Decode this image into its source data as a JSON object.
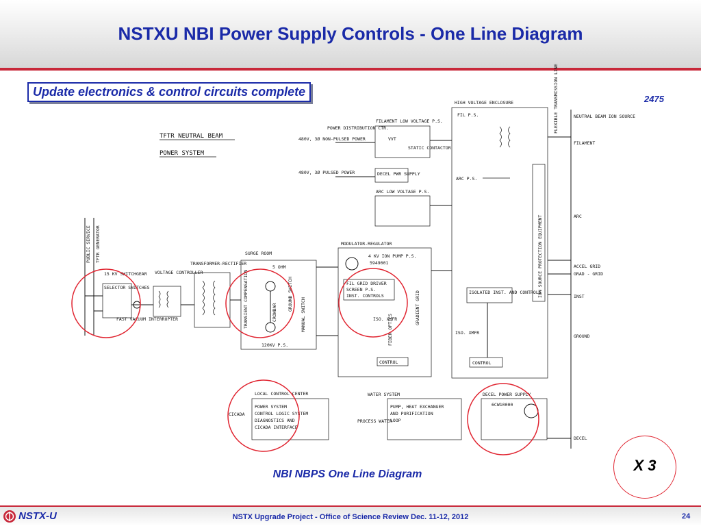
{
  "header": {
    "title": "NSTXU NBI Power Supply Controls - One Line Diagram"
  },
  "subtitle": "Update electronics & control circuits complete",
  "diagram_id": "2475",
  "diagram": {
    "title_line1": "TFTR NEUTRAL BEAM",
    "title_line2": "POWER SYSTEM",
    "public_service": "PUBLIC SERVICE",
    "tftr_generator": "TFTR GENERATOR",
    "switchgear": "15 KV SWITCHGEAR",
    "selector_switches": "SELECTOR SWITCHES",
    "fast_vacuum_interrupter": "FAST VACUUM INTERRUPTER",
    "voltage_controller": "VOLTAGE CONTROLLER",
    "transformer_rectifier": "TRANSFORMER-RECTIFIER",
    "surge_room": "SURGE ROOM",
    "ohm": "5 OHM",
    "transient_compensation": "TRANSIENT COMPENSATION",
    "crowbar": "CROWBAR",
    "ground_switch": "GROUND SWITCH",
    "manual_switch": "MANUAL SWITCH",
    "p_s_120kv": "120KV P.S.",
    "power_distribution": "POWER DISTRIBUTION CTR.",
    "v480_non_pulsed": "480V, 3Ø NON-PULSED POWER",
    "v480_pulsed": "480V, 3Ø PULSED POWER",
    "filament_lv_ps": "FILAMENT LOW VOLTAGE P.S.",
    "vvt": "VVT",
    "static_contactor": "STATIC CONTACTOR",
    "decel_pwr_supply": "DECEL PWR SUPPLY",
    "arc_lv_ps": "ARC LOW VOLTAGE P.S.",
    "high_voltage_enclosure": "HIGH VOLTAGE ENCLOSURE",
    "fil_ps": "FIL P.S.",
    "arc_ps": "ARC P.S.",
    "flexible_transmission_line": "FLEXIBLE TRANSMISSION LINE",
    "ion_source_protection_equipment": "ION SOURCE PROTECTION EQUIPMENT",
    "modulator_regulator": "MODULATOR-REGULATOR",
    "ion_pump_ps": "4 KV ION PUMP P.S.",
    "tube_type": "5949001",
    "fil_grid_driver": "FIL GRID DRIVER",
    "screen_ps": "SCREEN P.S.",
    "inst_controls": "INST. CONTROLS",
    "iso_xmfr": "ISO. XMFR",
    "fiber_optics": "FIBER OPTICS",
    "gradient_grid": "GRADIENT GRID",
    "control": "CONTROL",
    "isolated_inst_controls": "ISOLATED INST. AND CONTROLS",
    "iso_xmfr2": "ISO. XMFR",
    "neutral_beam_ion_source": "NEUTRAL BEAM ION SOURCE",
    "filament": "FILAMENT",
    "arc": "ARC",
    "accel_grid": "ACCEL GRID",
    "grad_grid": "GRAD - GRID",
    "inst": "INST",
    "ground": "GROUND",
    "decel": "DECEL",
    "local_control_center": "LOCAL CONTROL CENTER",
    "cicada": "CICADA",
    "lcc_line1": "POWER SYSTEM",
    "lcc_line2": "CONTROL LOGIC SYSTEM",
    "lcc_line3": "DIAGNOSTICS AND",
    "lcc_line4": "CICADA INTERFACE",
    "water_system": "WATER SYSTEM",
    "ws_line1": "PUMP, HEAT EXCHANGER",
    "ws_line2": "AND PURIFICATION",
    "ws_line3": "LOOP",
    "process_water": "PROCESS WATER",
    "decel_power_supply": "DECEL POWER SUPPLY",
    "tube_type2": "6CW10000"
  },
  "badge": "X 3",
  "caption": "NBI NBPS  One Line Diagram",
  "footer": {
    "brand": "NSTX-U",
    "text": "NSTX Upgrade Project - Office of Science Review Dec. 11-12, 2012",
    "page": "24"
  },
  "colors": {
    "title_blue": "#1a2aa8",
    "accent_red": "#c8283a",
    "circle_red": "#e0232f"
  }
}
